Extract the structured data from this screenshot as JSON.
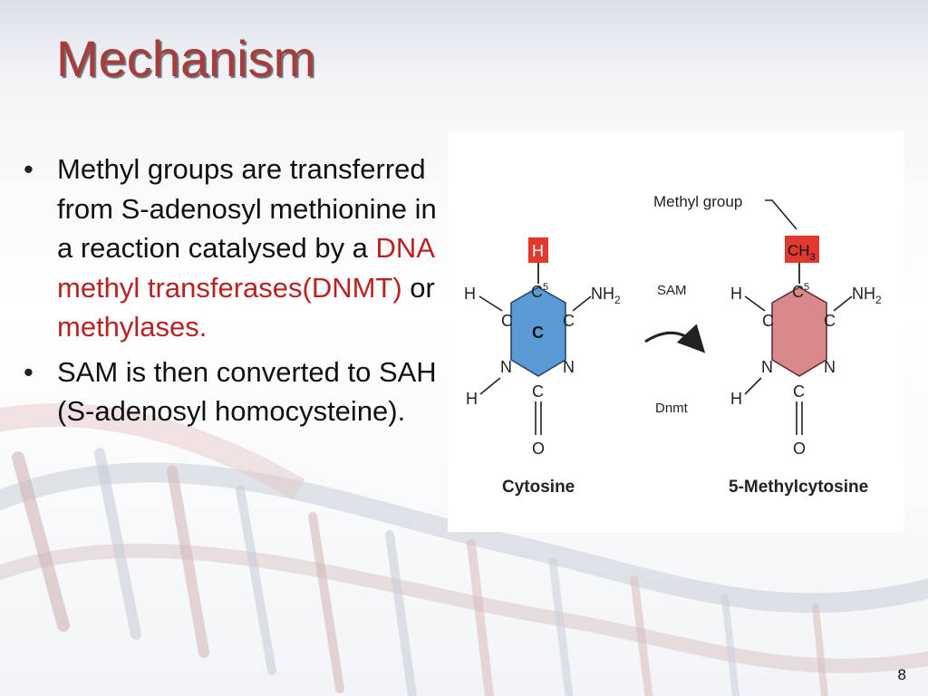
{
  "slide": {
    "title": "Mechanism",
    "page_number": "8"
  },
  "bullets": [
    {
      "text_before": "Methyl groups are transferred from S-adenosyl methionine in a reaction catalysed by a ",
      "highlight_1": "DNA methyl transferases(DNMT)",
      "text_middle": " or ",
      "highlight_2": "methylases."
    },
    {
      "text": "SAM is then converted to SAH (S-adenosyl homocysteine)."
    }
  ],
  "diagram": {
    "callout_label": "Methyl group",
    "left_molecule": {
      "name": "Cytosine",
      "ring_label": "C",
      "substituent": "H",
      "c5": "C",
      "c5_sup": "5",
      "amine": "NH",
      "amine_sub": "2",
      "h_left": "H",
      "h_bottom": "H",
      "atom_c_left": "C",
      "atom_c_right": "C",
      "atom_n_left": "N",
      "atom_n_right": "N",
      "atom_c_bottom": "C",
      "oxygen": "O",
      "ring_color": "#5b9bd5"
    },
    "right_molecule": {
      "name": "5-Methylcytosine",
      "substituent": "CH",
      "substituent_sub": "3",
      "c5": "C",
      "c5_sup": "5",
      "amine": "NH",
      "amine_sub": "2",
      "h_left": "H",
      "h_bottom": "H",
      "atom_c_left": "C",
      "atom_c_right": "C",
      "atom_n_left": "N",
      "atom_n_right": "N",
      "atom_c_bottom": "C",
      "oxygen": "O",
      "ring_color": "#d9898a"
    },
    "arrow_top_label": "SAM",
    "arrow_bottom_label": "Dnmt",
    "highlight_box_color": "#e03a2e"
  },
  "colors": {
    "title": "#a83c3c",
    "highlight_text": "#b92222"
  }
}
